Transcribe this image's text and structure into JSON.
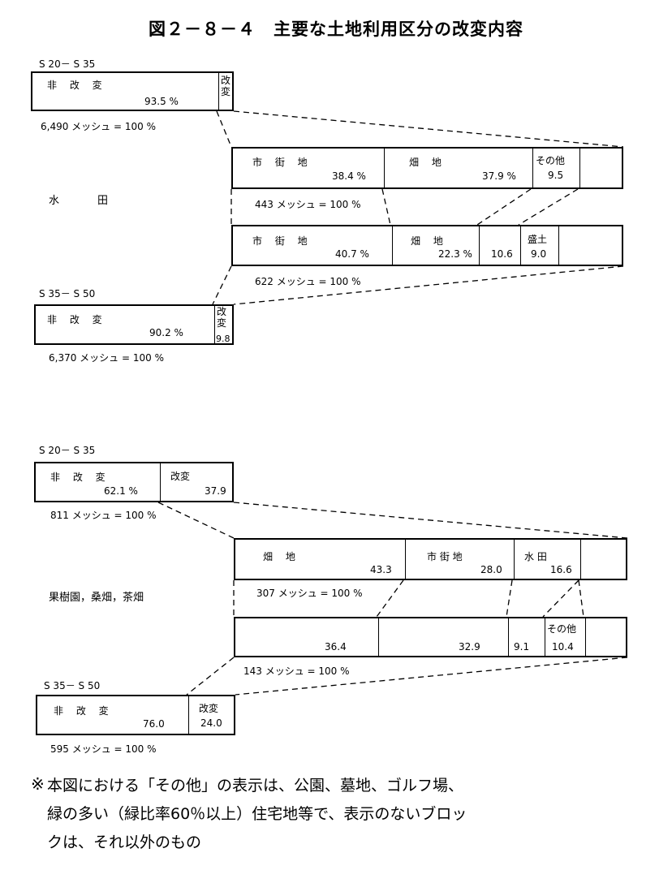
{
  "title": "図２－８－４　主要な土地利用区分の改変内容",
  "paddy": {
    "category": "水　　　田",
    "top": {
      "period": "S 20－ S 35",
      "non_change_label": "非 改 変",
      "non_change_value": "93.5 %",
      "change_label": "改\n変",
      "mesh": "6,490 メッシュ = 100 %"
    },
    "mid1": {
      "seg1_label": "市 街 地",
      "seg1_value": "38.4 %",
      "seg2_label": "畑 地",
      "seg2_value": "37.9 %",
      "seg3_label": "その他",
      "seg3_value": "9.5",
      "mesh": "443 メッシュ = 100 %"
    },
    "mid2": {
      "seg1_label": "市 街 地",
      "seg1_value": "40.7 %",
      "seg2_label": "畑 地",
      "seg2_value": "22.3 %",
      "seg3_value": "10.6",
      "seg4_label": "盛土",
      "seg4_value": "9.0",
      "mesh": "622 メッシュ = 100 %"
    },
    "bottom": {
      "period": "S 35－ S 50",
      "non_change_label": "非 改 変",
      "non_change_value": "90.2 %",
      "change_label": "改\n変",
      "change_value": "9.8",
      "mesh": "6,370 メッシュ = 100 %"
    }
  },
  "orchard": {
    "category": "果樹園，桑畑，茶畑",
    "top": {
      "period": "S 20－ S 35",
      "non_change_label": "非 改 変",
      "non_change_value": "62.1 %",
      "change_label": "改変",
      "change_value": "37.9",
      "mesh": "811 メッシュ = 100 %"
    },
    "mid1": {
      "seg1_label": "畑 地",
      "seg1_value": "43.3",
      "seg2_label": "市 街 地",
      "seg2_value": "28.0",
      "seg3_label": "水 田",
      "seg3_value": "16.6",
      "mesh": "307 メッシュ = 100 %"
    },
    "mid2": {
      "seg1_value": "36.4",
      "seg2_value": "32.9",
      "seg3_value": "9.1",
      "seg4_label": "その他",
      "seg4_value": "10.4",
      "mesh": "143 メッシュ = 100 %"
    },
    "bottom": {
      "period": "S 35－ S 50",
      "non_change_label": "非 改 変",
      "non_change_value": "76.0",
      "change_label": "改変",
      "change_value": "24.0",
      "mesh": "595 メッシュ = 100 %"
    }
  },
  "note": {
    "mark": "※",
    "line1": "本図における「その他」の表示は、公園、墓地、ゴルフ場、",
    "line2": "緑の多い（緑比率60％以上）住宅地等で、表示のないブロッ",
    "line3": "クは、それ以外のもの"
  }
}
